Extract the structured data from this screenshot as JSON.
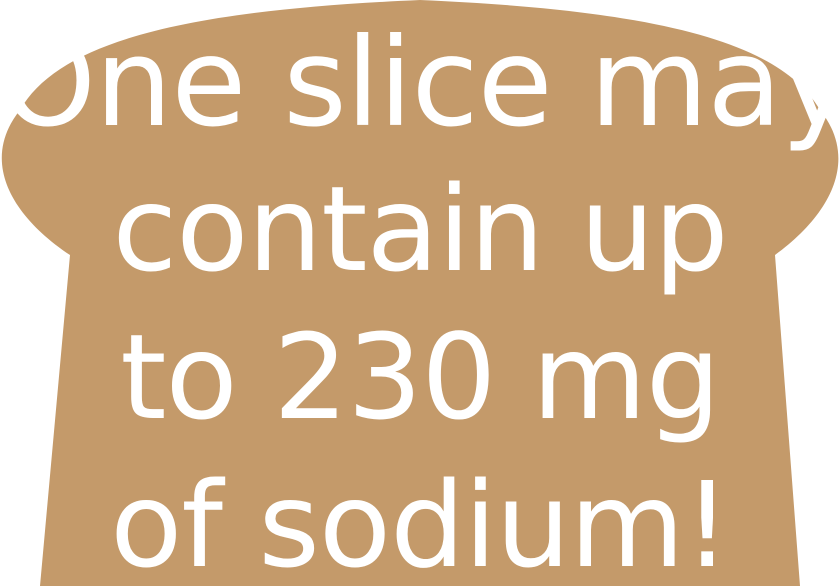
{
  "shape_icon": "bread-slice-icon",
  "colors": {
    "bread": "#c49a6a",
    "text": "#ffffff",
    "background": "#ffffff"
  },
  "message": {
    "line1": "One slice may",
    "line2": "contain up",
    "line3": "to 230 mg",
    "line4": "of sodium!"
  }
}
